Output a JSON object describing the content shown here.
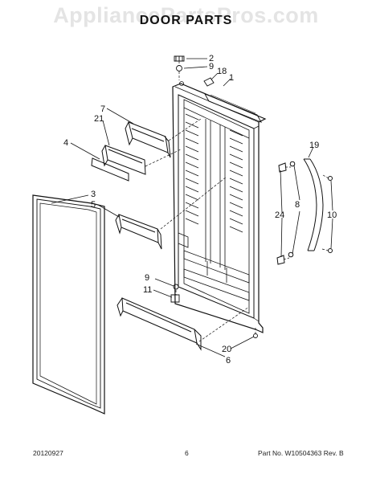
{
  "watermark": "AppliancePartsPros.com",
  "title": "DOOR PARTS",
  "footer": {
    "date": "20120927",
    "page": "6",
    "part": "Part No. W10504363  Rev. B"
  },
  "callouts": {
    "c2": "2",
    "c9a": "9",
    "c18": "18",
    "c1": "1",
    "c7": "7",
    "c21": "21",
    "c4": "4",
    "c3": "3",
    "c5": "5",
    "c19": "19",
    "c8": "8",
    "c24": "24",
    "c10": "10",
    "c9b": "9",
    "c11": "11",
    "c20": "20",
    "c6": "6"
  }
}
